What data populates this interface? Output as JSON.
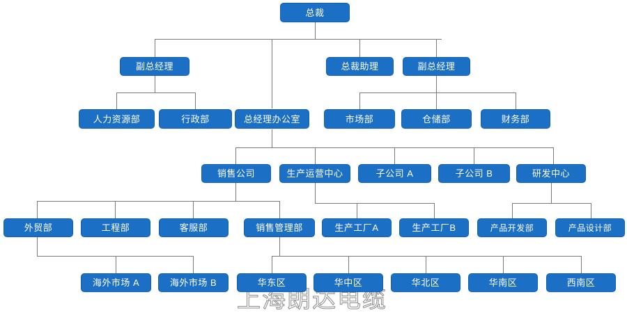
{
  "chart_data": {
    "type": "diagram",
    "diagram_kind": "organizational-chart",
    "title": "",
    "orientation": "top-down",
    "node_fill_color": "#1b6fc4",
    "node_border_color": "#1360ad",
    "node_text_color": "#ffffff",
    "connector_color": "#7a7a7a",
    "background_color": "#ffffff",
    "levels": [
      {
        "level": 1,
        "labels": [
          "总裁"
        ]
      },
      {
        "level": 2,
        "labels": [
          "副总经理",
          "总裁助理",
          "副总经理"
        ]
      },
      {
        "level": 3,
        "labels": [
          "人力资源部",
          "行政部",
          "总经理办公室",
          "市场部",
          "仓储部",
          "财务部"
        ]
      },
      {
        "level": 4,
        "labels": [
          "销售公司",
          "生产运营中心",
          "子公司 A",
          "子公司 B",
          "研发中心"
        ]
      },
      {
        "level": 5,
        "labels": [
          "外贸部",
          "工程部",
          "客服部",
          "销售管理部",
          "生产工厂A",
          "生产工厂B",
          "产品开发部",
          "产品设计部"
        ]
      },
      {
        "level": 6,
        "labels": [
          "海外市场 A",
          "海外市场 B",
          "华东区",
          "华中区",
          "华北区",
          "华南区",
          "西南区"
        ]
      }
    ],
    "edges": [
      {
        "from": "总裁",
        "to": [
          "副总经理",
          "总裁助理",
          "副总经理",
          "总经理办公室"
        ]
      },
      {
        "from": "副总经理",
        "to": [
          "人力资源部",
          "行政部"
        ]
      },
      {
        "from": "副总经理",
        "to": [
          "市场部",
          "仓储部",
          "财务部"
        ]
      },
      {
        "from": "总经理办公室",
        "to": [
          "销售公司",
          "生产运营中心",
          "子公司 A",
          "子公司 B",
          "研发中心"
        ]
      },
      {
        "from": "销售公司",
        "to": [
          "外贸部",
          "工程部",
          "客服部",
          "销售管理部"
        ]
      },
      {
        "from": "生产运营中心",
        "to": [
          "生产工厂A",
          "生产工厂B"
        ]
      },
      {
        "from": "研发中心",
        "to": [
          "产品开发部",
          "产品设计部"
        ]
      },
      {
        "from": "外贸部",
        "to": [
          "海外市场 A",
          "海外市场 B"
        ]
      },
      {
        "from": "销售管理部",
        "to": [
          "华东区",
          "华中区",
          "华北区",
          "华南区",
          "西南区"
        ]
      }
    ]
  },
  "nodes": {
    "president": "总裁",
    "deputy_gm_left": "副总经理",
    "president_assistant": "总裁助理",
    "deputy_gm_right": "副总经理",
    "hr_dept": "人力资源部",
    "admin_dept": "行政部",
    "gm_office": "总经理办公室",
    "marketing_dept": "市场部",
    "warehouse_dept": "仓储部",
    "finance_dept": "财务部",
    "sales_company": "销售公司",
    "production_ops_center": "生产运营中心",
    "subsidiary_a": "子公司 A",
    "subsidiary_b": "子公司 B",
    "rd_center": "研发中心",
    "foreign_trade_dept": "外贸部",
    "engineering_dept": "工程部",
    "customer_service_dept": "客服部",
    "sales_mgmt_dept": "销售管理部",
    "factory_a": "生产工厂A",
    "factory_b": "生产工厂B",
    "product_dev_dept": "产品开发部",
    "product_design_dept": "产品设计部",
    "overseas_market_a": "海外市场 A",
    "overseas_market_b": "海外市场 B",
    "region_east": "华东区",
    "region_central": "华中区",
    "region_north": "华北区",
    "region_south": "华南区",
    "region_southwest": "西南区"
  },
  "watermark": {
    "text": "上海朗达电缆"
  }
}
